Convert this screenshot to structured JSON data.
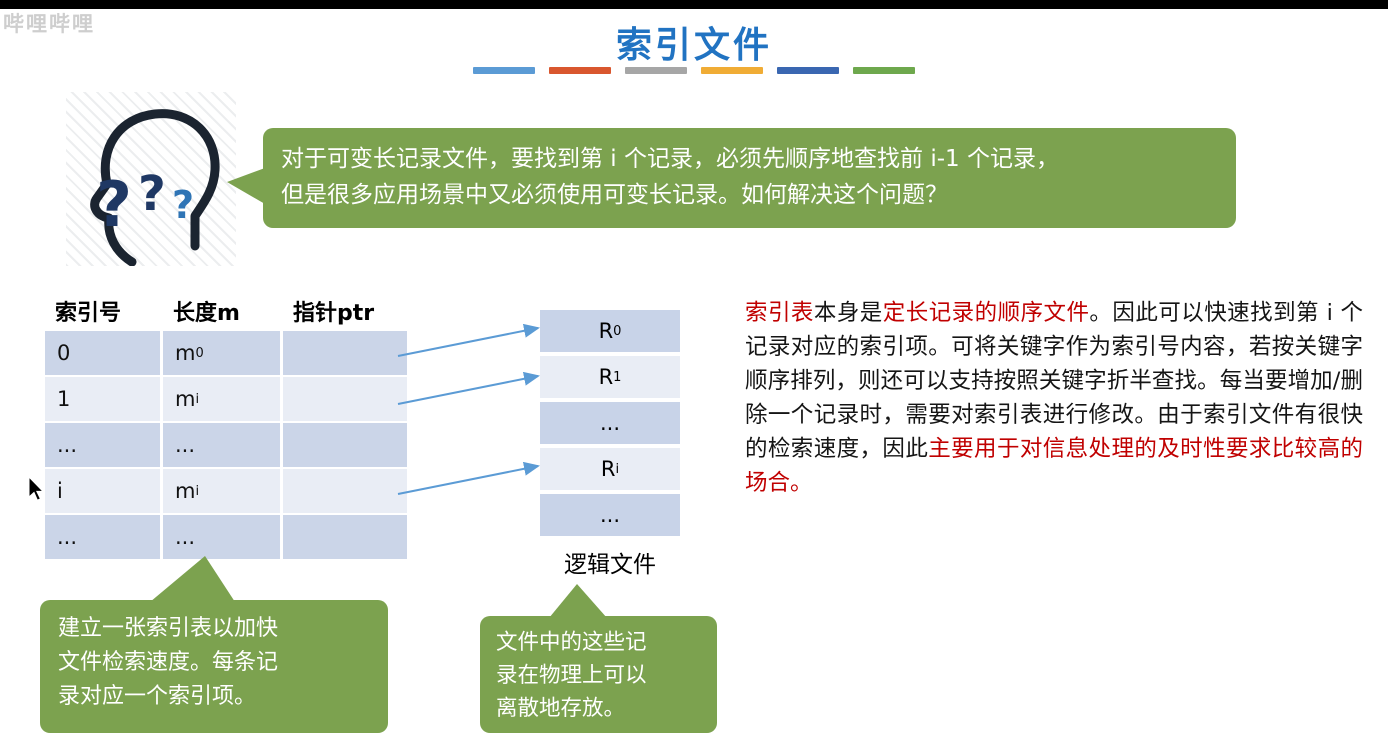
{
  "page": {
    "title": "索引文件",
    "watermark": "哔哩哔哩"
  },
  "accent_bars": [
    "#5B9BD5",
    "#D9572E",
    "#A6A6A6",
    "#F0AC35",
    "#3A67B1",
    "#6EA84D"
  ],
  "head_icon": {
    "question_marks": [
      "?",
      "?",
      "?"
    ]
  },
  "question_bubble": {
    "line1": "对于可变长记录文件，要找到第 i 个记录，必须先顺序地查找前 i-1 个记录，",
    "line2": "但是很多应用场景中又必须使用可变长记录。如何解决这个问题？"
  },
  "index_table": {
    "headers": [
      "索引号",
      "长度m",
      "指针ptr"
    ],
    "rows": [
      {
        "c0": "0",
        "len_base": "m",
        "len_sub": "0",
        "ptr": ""
      },
      {
        "c0": "1",
        "len_base": "m",
        "len_sub": "i",
        "ptr": ""
      },
      {
        "c0": "...",
        "len_base": "...",
        "len_sub": "",
        "ptr": ""
      },
      {
        "c0": "i",
        "len_base": "m",
        "len_sub": "i",
        "ptr": ""
      },
      {
        "c0": "...",
        "len_base": "...",
        "len_sub": "",
        "ptr": ""
      }
    ]
  },
  "logical_file": {
    "cells": [
      {
        "base": "R",
        "sub": "0"
      },
      {
        "base": "R",
        "sub": "1"
      },
      {
        "base": "...",
        "sub": ""
      },
      {
        "base": "R",
        "sub": "i"
      },
      {
        "base": "...",
        "sub": ""
      }
    ],
    "label": "逻辑文件"
  },
  "explanation": {
    "segments": [
      {
        "text": "索引表",
        "color": "red"
      },
      {
        "text": "本身是",
        "color": "black"
      },
      {
        "text": "定长记录的顺序文件",
        "color": "red"
      },
      {
        "text": "。因此可以快速找到第 i 个记录对应的索引项。",
        "color": "black"
      },
      {
        "text": "可将关键字作为索引号内容，若按关键字顺序排列，则还可以支持按照关键字折半查找。",
        "color": "black"
      },
      {
        "text": "每当要增加/删除一个记录时，需要对索引表进行修改。由于索引文件有很快的检索速度，因此",
        "color": "black"
      },
      {
        "text": "主要用于对信息处理的及时性要求比较高的场合。",
        "color": "red"
      }
    ]
  },
  "note_left": {
    "lines": [
      "建立一张索引表以加快",
      "文件检索速度。每条记",
      "录对应一个索引项。"
    ]
  },
  "note_middle": {
    "lines": [
      "文件中的这些记",
      "录在物理上可以",
      "离散地存放。"
    ]
  },
  "colors": {
    "title_blue": "#2173C2",
    "bubble_green": "#7CA24F",
    "arrow_blue": "#5B9BD5",
    "table_row_dark": "#CBD5E8",
    "table_row_light": "#E9EDF5",
    "red_text": "#C00000",
    "topbar_black": "#000000"
  }
}
